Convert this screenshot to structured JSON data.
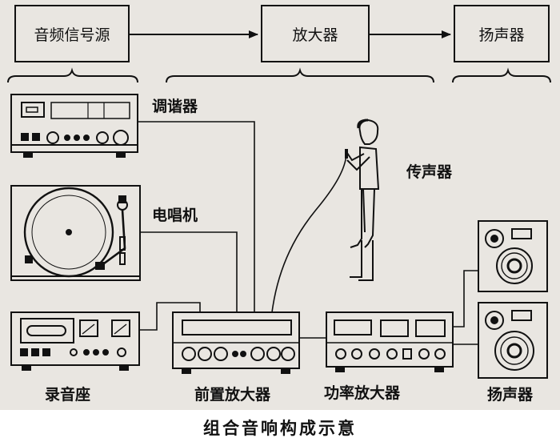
{
  "chain": {
    "source": "音频信号源",
    "amplifier": "放大器",
    "speaker": "扬声器"
  },
  "labels": {
    "tuner": "调谐器",
    "turntable": "电唱机",
    "microphone": "传声器",
    "tape_deck": "录音座",
    "preamp": "前置放大器",
    "power_amp": "功率放大器",
    "speakers": "扬声器"
  },
  "caption": "组合音响构成示意"
}
